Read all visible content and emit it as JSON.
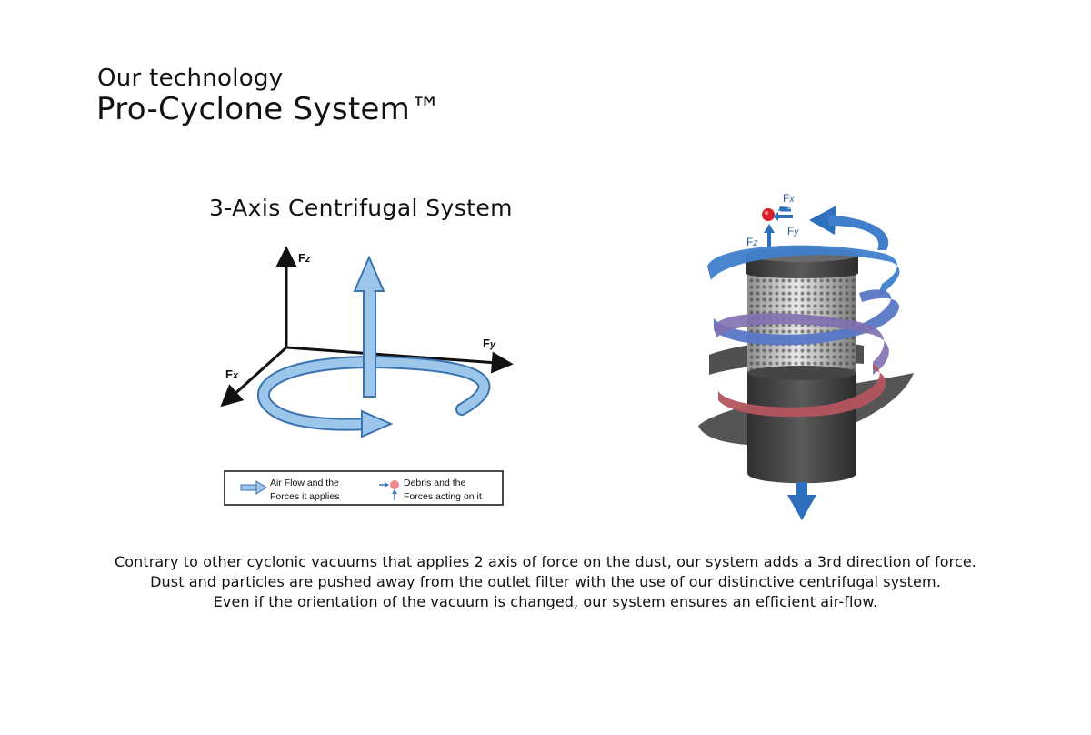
{
  "header": {
    "kicker": "Our technology",
    "title": "Pro-Cyclone System™"
  },
  "diagram": {
    "title": "3-Axis Centrifugal System",
    "axes": {
      "z": {
        "main": "F",
        "sub": "z"
      },
      "y": {
        "main": "F",
        "sub": "y"
      },
      "x": {
        "main": "F",
        "sub": "x"
      }
    },
    "legend": {
      "airflow": [
        "Air Flow and the",
        "Forces it applies"
      ],
      "debris": [
        "Debris and the",
        "Forces acting on it"
      ]
    },
    "colors": {
      "arrow_fill": "#9cc7ea",
      "arrow_stroke": "#3b73b0"
    }
  },
  "illustration": {
    "labels": {
      "fx": {
        "main": "F",
        "sub": "x"
      },
      "fy": {
        "main": "F",
        "sub": "y"
      },
      "fz": {
        "main": "F",
        "sub": "z"
      }
    },
    "colors": {
      "spiral_blue": "#3f7fcb",
      "spiral_red": "#b5545e",
      "body_dark": "#4a4a4a",
      "debris_red": "#d8202b"
    }
  },
  "caption": {
    "lines": [
      "Contrary to other cyclonic vacuums that applies 2 axis of force on the dust, our system adds a 3rd direction of force.",
      "Dust and particles are pushed away from the outlet filter with the use of our distinctive centrifugal system.",
      "Even if the orientation of the vacuum is changed, our system ensures an efficient air-flow."
    ]
  }
}
